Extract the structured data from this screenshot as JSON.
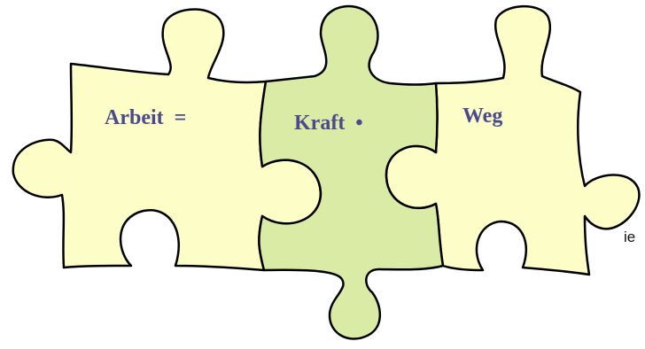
{
  "side_text": "ie",
  "pieces": [
    {
      "label": "Arbeit  =",
      "fill": "#fdfdc8"
    },
    {
      "label": "Kraft  •",
      "fill": "#d9eba4"
    },
    {
      "label": "Weg",
      "fill": "#fdfdc8"
    }
  ],
  "colors": {
    "outline": "#000000",
    "label": "#4a4a8c",
    "background": "#ffffff"
  }
}
